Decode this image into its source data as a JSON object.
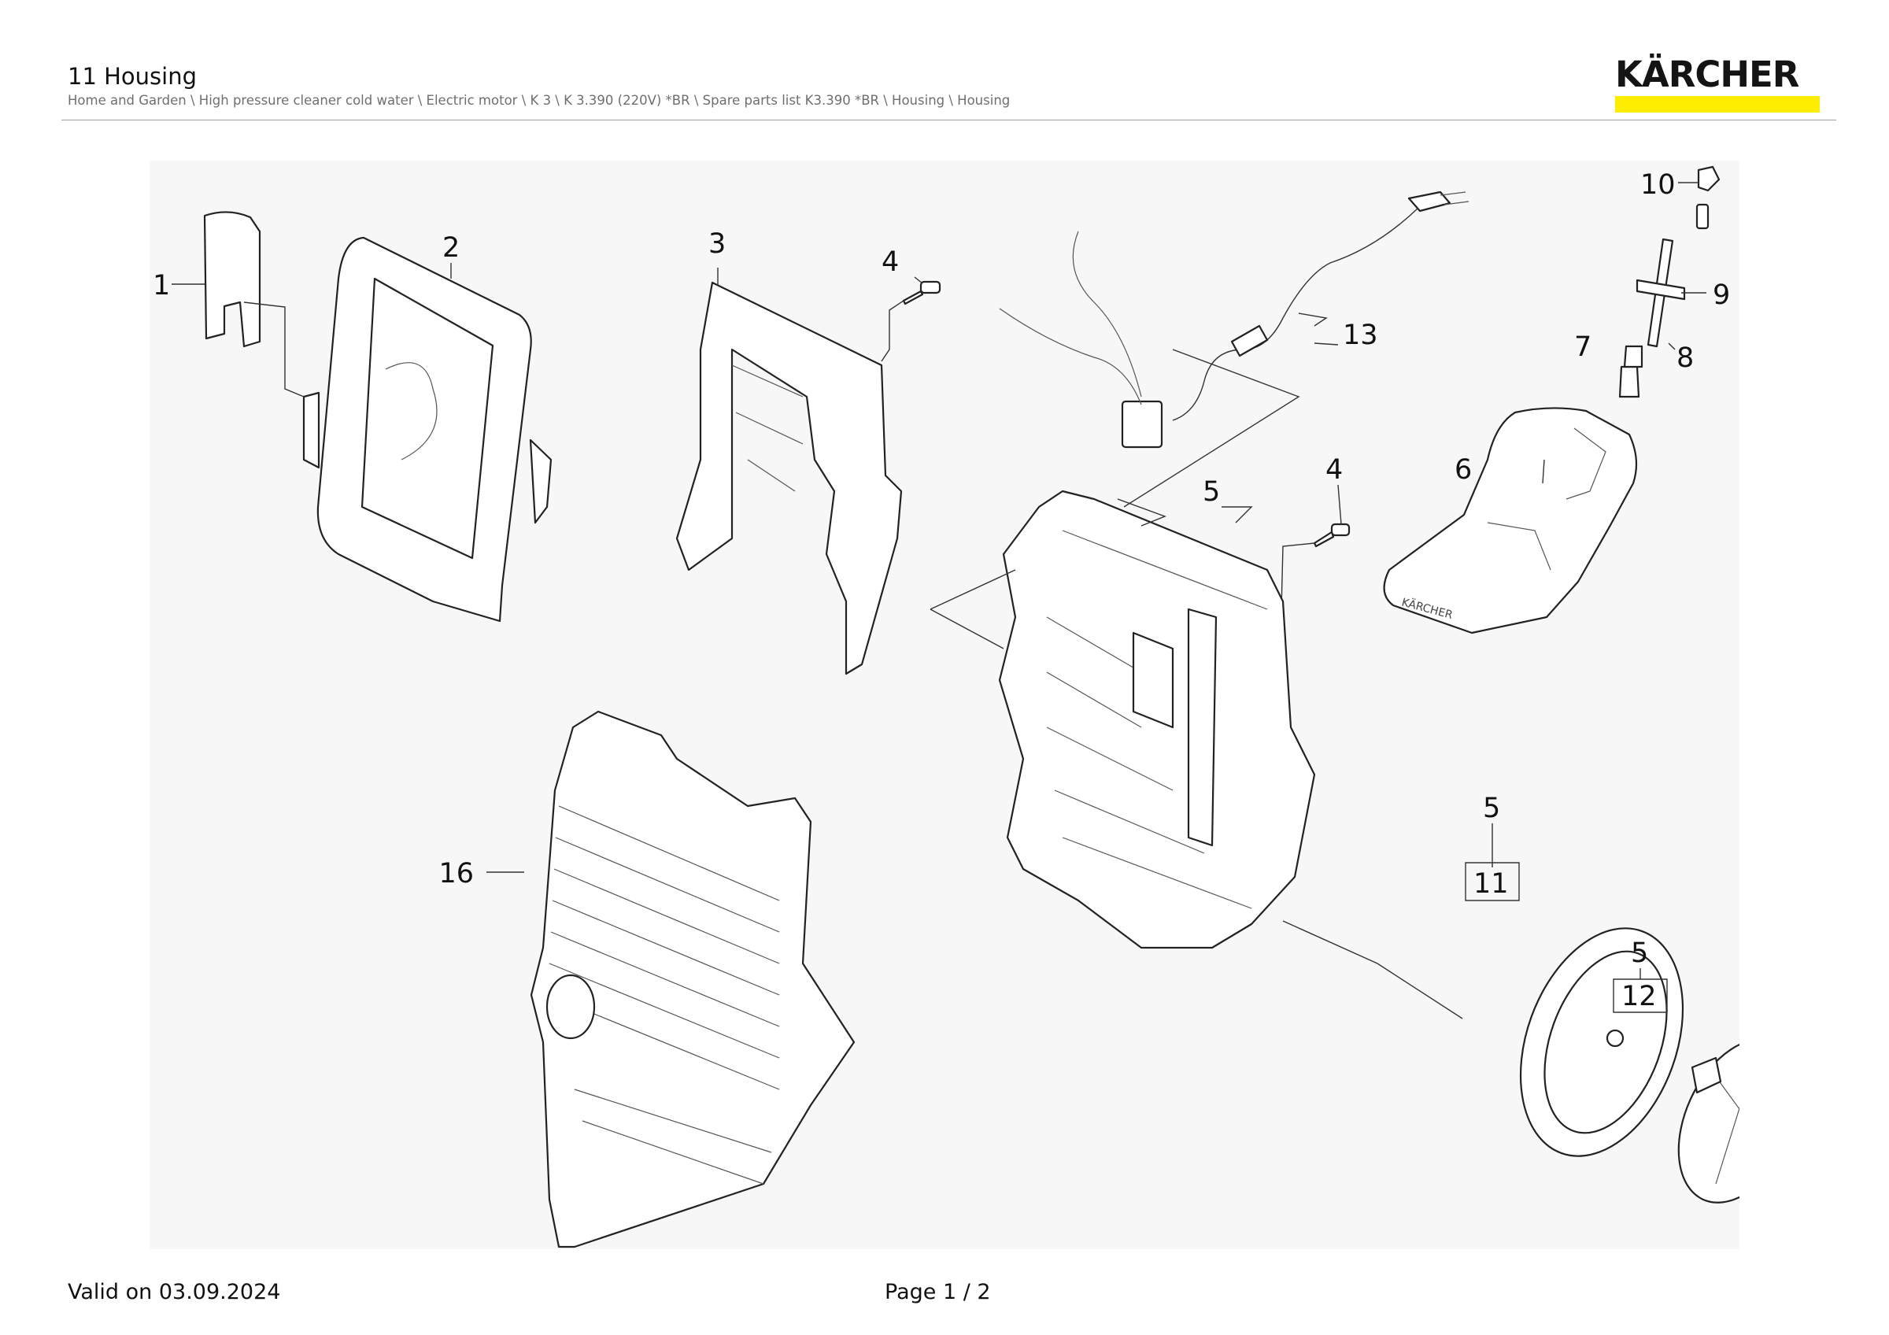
{
  "header": {
    "title": "11 Housing",
    "breadcrumb": "Home and Garden \\ High pressure cleaner cold water \\ Electric motor \\ K 3 \\ K 3.390 (220V) *BR \\ Spare parts list K3.390 *BR \\ Housing \\ Housing",
    "logo_text": "KÄRCHER",
    "brand_color": "#ffed00"
  },
  "drawing": {
    "callouts": [
      "1",
      "2",
      "3",
      "4",
      "4",
      "5",
      "5",
      "5",
      "6",
      "7",
      "8",
      "9",
      "10",
      "11",
      "12",
      "13",
      "16"
    ],
    "tank_label": "KÄRCHER"
  },
  "footer": {
    "valid_on": "Valid on 03.09.2024",
    "page": "Page 1 / 2"
  }
}
